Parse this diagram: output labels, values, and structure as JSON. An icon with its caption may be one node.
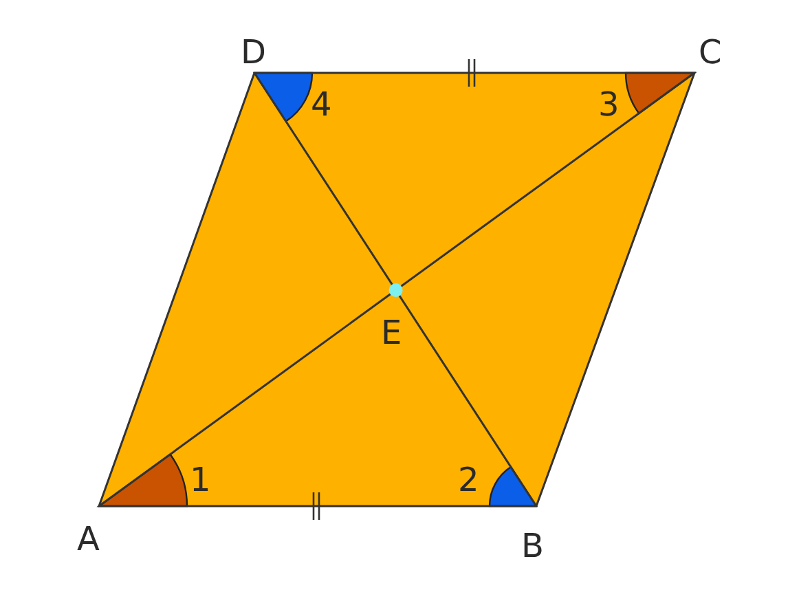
{
  "diagram": {
    "labels": [
      "D",
      "C",
      "4",
      "3",
      "E",
      "1",
      "2",
      "A",
      "B"
    ]
  }
}
